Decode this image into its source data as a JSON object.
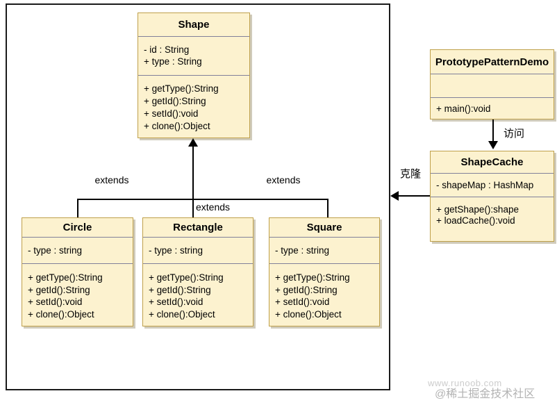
{
  "diagram_title": "Prototype Pattern UML class diagram",
  "colors": {
    "class_fill": "#fcf2cf",
    "class_border": "#bfa04a",
    "section_separator": "#80809a",
    "boundary_border": "#1a1a1a",
    "edge_color": "#000000",
    "watermark_light": "#cccccc",
    "watermark_gray": "#b3b3b3"
  },
  "classes": {
    "shape": {
      "name": "Shape",
      "fields": [
        "- id : String",
        "+ type : String"
      ],
      "methods": [
        "+ getType():String",
        "+ getId():String",
        "+ setId():void",
        "+ clone():Object"
      ]
    },
    "circle": {
      "name": "Circle",
      "fields": [
        "- type : string"
      ],
      "methods": [
        "+ getType():String",
        "+ getId():String",
        "+ setId():void",
        "+ clone():Object"
      ]
    },
    "rectangle": {
      "name": "Rectangle",
      "fields": [
        "- type : string"
      ],
      "methods": [
        "+ getType():String",
        "+ getId():String",
        "+ setId():void",
        "+ clone():Object"
      ]
    },
    "square": {
      "name": "Square",
      "fields": [
        "- type : string"
      ],
      "methods": [
        "+ getType():String",
        "+ getId():String",
        "+ setId():void",
        "+ clone():Object"
      ]
    },
    "demo": {
      "name": "PrototypePatternDemo",
      "fields": [],
      "methods": [
        "+ main():void"
      ]
    },
    "cache": {
      "name": "ShapeCache",
      "fields": [
        "- shapeMap : HashMap"
      ],
      "methods": [
        "+ getShape():shape",
        "+ loadCache():void"
      ]
    }
  },
  "edge_labels": {
    "extends_left": "extends",
    "extends_middle": "extends",
    "extends_right": "extends",
    "access": "访问",
    "clone": "克隆"
  },
  "watermarks": {
    "runoob": "www.runoob.com",
    "juejin": "@稀土掘金技术社区"
  }
}
